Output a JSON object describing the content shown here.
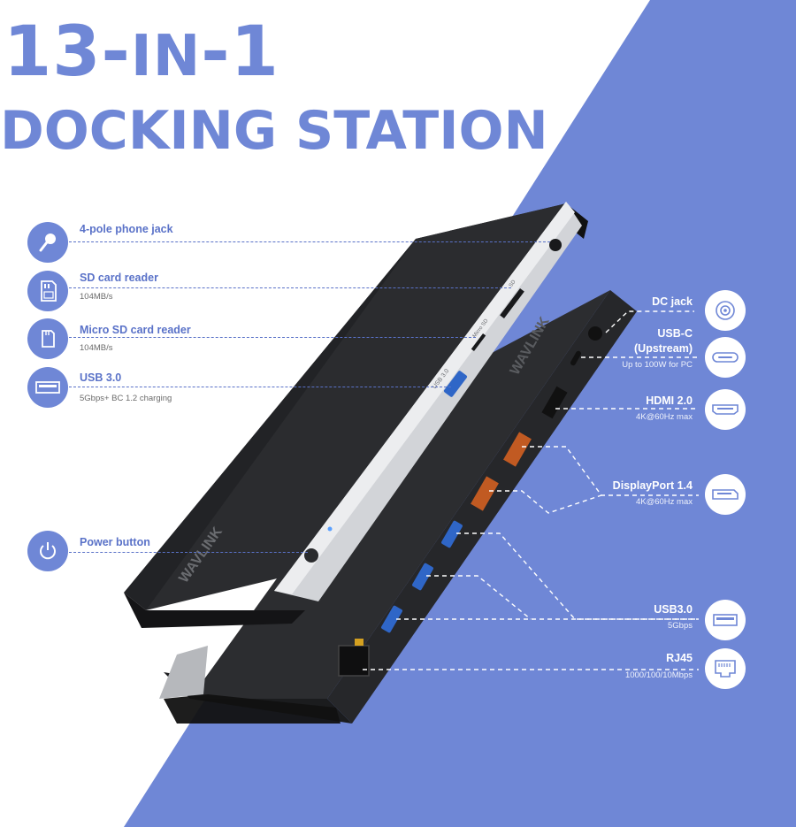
{
  "title": {
    "line1_prefix": "13-",
    "line1_mid": "IN",
    "line1_suffix": "-1",
    "line2": "DOCKING STATION"
  },
  "left_features": [
    {
      "label": "4-pole phone jack",
      "sub": ""
    },
    {
      "label": "SD card reader",
      "sub": "104MB/s"
    },
    {
      "label": "Micro SD card reader",
      "sub": "104MB/s"
    },
    {
      "label": "USB 3.0",
      "sub": "5Gbps+ BC 1.2 charging"
    },
    {
      "label": "Power button",
      "sub": ""
    }
  ],
  "right_features": [
    {
      "label": "DC jack",
      "sub": ""
    },
    {
      "label": "USB-C",
      "label2": "(Upstream)",
      "sub": "Up to 100W for PC"
    },
    {
      "label": "HDMI 2.0",
      "sub": "4K@60Hz max"
    },
    {
      "label": "DisplayPort 1.4",
      "sub": "4K@60Hz max"
    },
    {
      "label": "USB3.0",
      "sub": "5Gbps"
    },
    {
      "label": "RJ45",
      "sub": "1000/100/10Mbps"
    }
  ],
  "device": {
    "brand_text": "WAVLINK",
    "port_tags": {
      "usb": "USB 3.0",
      "sd": "SD",
      "micro_sd": "Micro SD"
    }
  },
  "colors": {
    "accent": "#6f87d6",
    "label_blue": "#5a72c8",
    "device_dark": "#1f2022",
    "device_silver": "#c9cbcf"
  },
  "icons": [
    "microphone-icon",
    "sd-card-icon",
    "micro-sd-card-icon",
    "usb-port-icon",
    "power-icon",
    "dc-jack-icon",
    "usb-c-icon",
    "hdmi-icon",
    "displayport-icon",
    "usb-a-icon",
    "rj45-icon"
  ]
}
